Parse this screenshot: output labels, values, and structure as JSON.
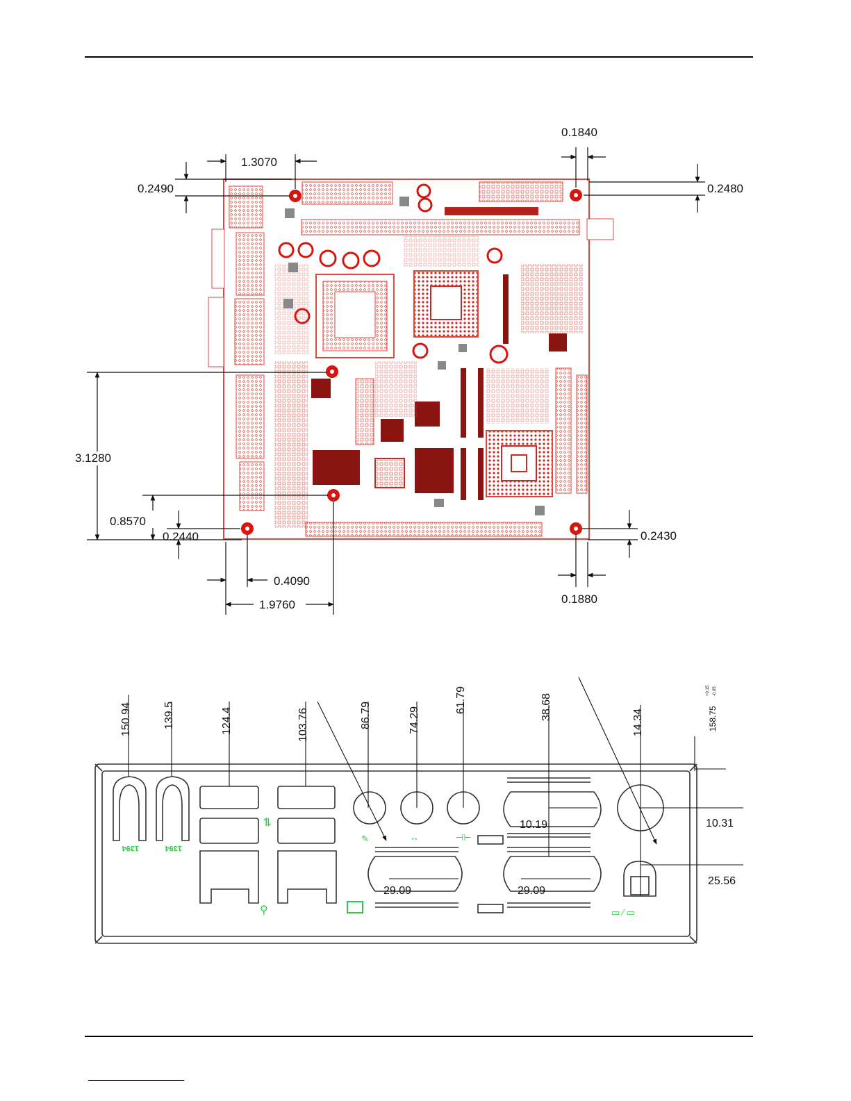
{
  "board_diagram": {
    "dimensions": {
      "d1": "1.3070",
      "d2": "0.1840",
      "d3": "0.2490",
      "d4": "0.2480",
      "d5": "3.1280",
      "d6": "0.8570",
      "d7": "0.2440",
      "d8": "0.2430",
      "d9": "0.4090",
      "d10": "0.1880",
      "d11": "1.9760"
    },
    "colors": {
      "pcb": "#e0463c",
      "mount_hole": "#d9140e",
      "chip": "#8a1410"
    }
  },
  "io_shield": {
    "top_dims": {
      "t1": "150.94",
      "t2": "139.5",
      "t3": "124.4",
      "t4": "103.76",
      "t5": "86.79",
      "t6": "74.29",
      "t7": "61.79",
      "t8": "38.68",
      "t9": "14.34",
      "t10": "158.75"
    },
    "tolerance_upper": "+0.15",
    "tolerance_lower": "-0.05",
    "side_dims": {
      "s1": "10.31",
      "s2": "25.56"
    },
    "inner_dims": {
      "i1": "10.19",
      "i2": "29.09",
      "i3": "29.09"
    },
    "port_labels": {
      "p1": "1394",
      "p2": "1394"
    },
    "colors": {
      "outline": "#333333",
      "legend": "#2ecc40"
    }
  }
}
